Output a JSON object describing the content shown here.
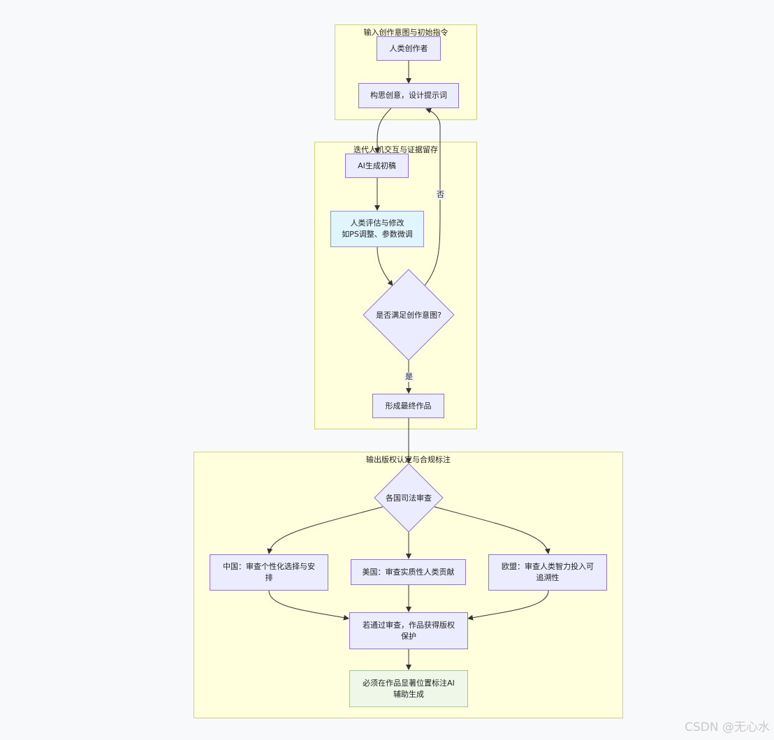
{
  "clusters": {
    "input": "输入创作意图与初始指令",
    "iterate": "迭代人机交互与证据留存",
    "output": "输出版权认定与合规标注"
  },
  "nodes": {
    "creator": "人类创作者",
    "concept": "构思创意，设计提示词",
    "ai_draft": "AI生成初稿",
    "human_edit_1": "人类评估与修改",
    "human_edit_2": "如PS调整、参数微调",
    "satisfied": "是否满足创作意图?",
    "final": "形成最终作品",
    "jurisdiction": "各国司法审查",
    "china_1": "中国：审查个性化选择与安",
    "china_2": "排",
    "usa": "美国：审查实质性人类贡献",
    "eu_1": "欧盟：审查人类智力投入可",
    "eu_2": "追溯性",
    "protect_1": "若通过审查，作品获得版权",
    "protect_2": "保护",
    "label_1": "必须在作品显著位置标注AI",
    "label_2": "辅助生成"
  },
  "edges": {
    "no": "否",
    "yes": "是"
  },
  "watermark": "CSDN @无心水",
  "colors": {
    "cluster_fill": "#ffffde",
    "cluster_border": "#d1d17a",
    "node_fill": "#ececff",
    "node_border": "#9370db",
    "edit_fill": "#e1f5fe",
    "label_fill": "#eef7e8",
    "edge": "#333333"
  }
}
